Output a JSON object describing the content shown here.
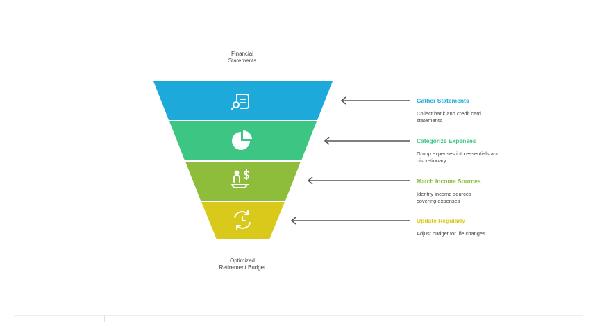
{
  "funnel": {
    "top_label": "Financial\nStatements",
    "bottom_label": "Optimized\nRetirement Budget"
  },
  "steps": [
    {
      "title": "Gather Statements",
      "description": "Collect bank and credit card statements",
      "color": "#1DAADB",
      "icon": "document-search-icon"
    },
    {
      "title": "Categorize Expenses",
      "description": "Group expenses into essentials and discretionary",
      "color": "#3CC583",
      "icon": "pie-chart-icon"
    },
    {
      "title": "Match Income Sources",
      "description": "Identify income sources covering expenses",
      "color": "#8DBD3A",
      "icon": "person-dollar-icon"
    },
    {
      "title": "Update Regularly",
      "description": "Adjust budget for life changes",
      "color": "#D9C91B",
      "icon": "refresh-clock-icon"
    }
  ]
}
